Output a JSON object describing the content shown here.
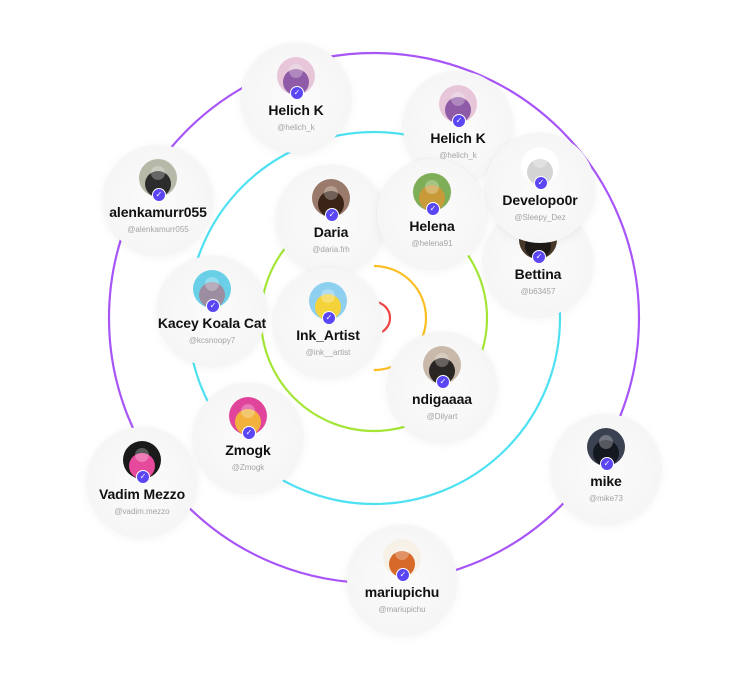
{
  "colors": {
    "ring_red": "#ef4444",
    "ring_yellow": "#fbbf24",
    "ring_green": "#a3e635",
    "ring_cyan": "#4ee1f2",
    "ring_purple": "#a855f7",
    "badge": "#5b46f5"
  },
  "profiles": [
    {
      "id": "helich-top",
      "name": "Helich K",
      "handle": "@helich_k",
      "avatar": {
        "bg": "#e7c6d9",
        "fg": "#8f5aa6"
      }
    },
    {
      "id": "helich-right",
      "name": "Helich K",
      "handle": "@helich_k",
      "avatar": {
        "bg": "#e7c6d9",
        "fg": "#8f5aa6"
      }
    },
    {
      "id": "alenka",
      "name": "alenkamurr055",
      "handle": "@alenkamurr055",
      "avatar": {
        "bg": "#b7b9a8",
        "fg": "#2c2c2c"
      }
    },
    {
      "id": "daria",
      "name": "Daria",
      "handle": "@daria.frh",
      "avatar": {
        "bg": "#9a7a6a",
        "fg": "#3a2418"
      }
    },
    {
      "id": "helena",
      "name": "Helena",
      "handle": "@helena91",
      "avatar": {
        "bg": "#7fae59",
        "fg": "#c99a3a"
      }
    },
    {
      "id": "develop",
      "name": "Developo0r",
      "handle": "@Sleepy_Dez",
      "avatar": {
        "bg": "#ffffff",
        "fg": "#d4d4d4"
      }
    },
    {
      "id": "bettina",
      "name": "Bettina",
      "handle": "@b63457",
      "avatar": {
        "bg": "#4a3a2a",
        "fg": "#1d1a18"
      }
    },
    {
      "id": "kacey",
      "name": "Kacey Koala Cat",
      "handle": "@kcsnoopy7",
      "avatar": {
        "bg": "#6ad0e8",
        "fg": "#9c8da0"
      }
    },
    {
      "id": "ink",
      "name": "Ink_Artist",
      "handle": "@ink__artist",
      "avatar": {
        "bg": "#8fd0f0",
        "fg": "#f3d23a"
      }
    },
    {
      "id": "ndigaaaa",
      "name": "ndigaaaa",
      "handle": "@Dilyart",
      "avatar": {
        "bg": "#c9b9aa",
        "fg": "#2a2623"
      }
    },
    {
      "id": "zmogk",
      "name": "Zmogk",
      "handle": "@Zmogk",
      "avatar": {
        "bg": "#e0459b",
        "fg": "#f2b13c"
      }
    },
    {
      "id": "vadim",
      "name": "Vadim Mezzo",
      "handle": "@vadim.mezzo",
      "avatar": {
        "bg": "#1a1a1a",
        "fg": "#e64a9c"
      }
    },
    {
      "id": "mike",
      "name": "mike",
      "handle": "@mike73",
      "avatar": {
        "bg": "#3a4150",
        "fg": "#141820"
      }
    },
    {
      "id": "mariupichu",
      "name": "mariupichu",
      "handle": "@mariupichu",
      "avatar": {
        "bg": "#f6f0e6",
        "fg": "#d76a2a"
      }
    }
  ]
}
